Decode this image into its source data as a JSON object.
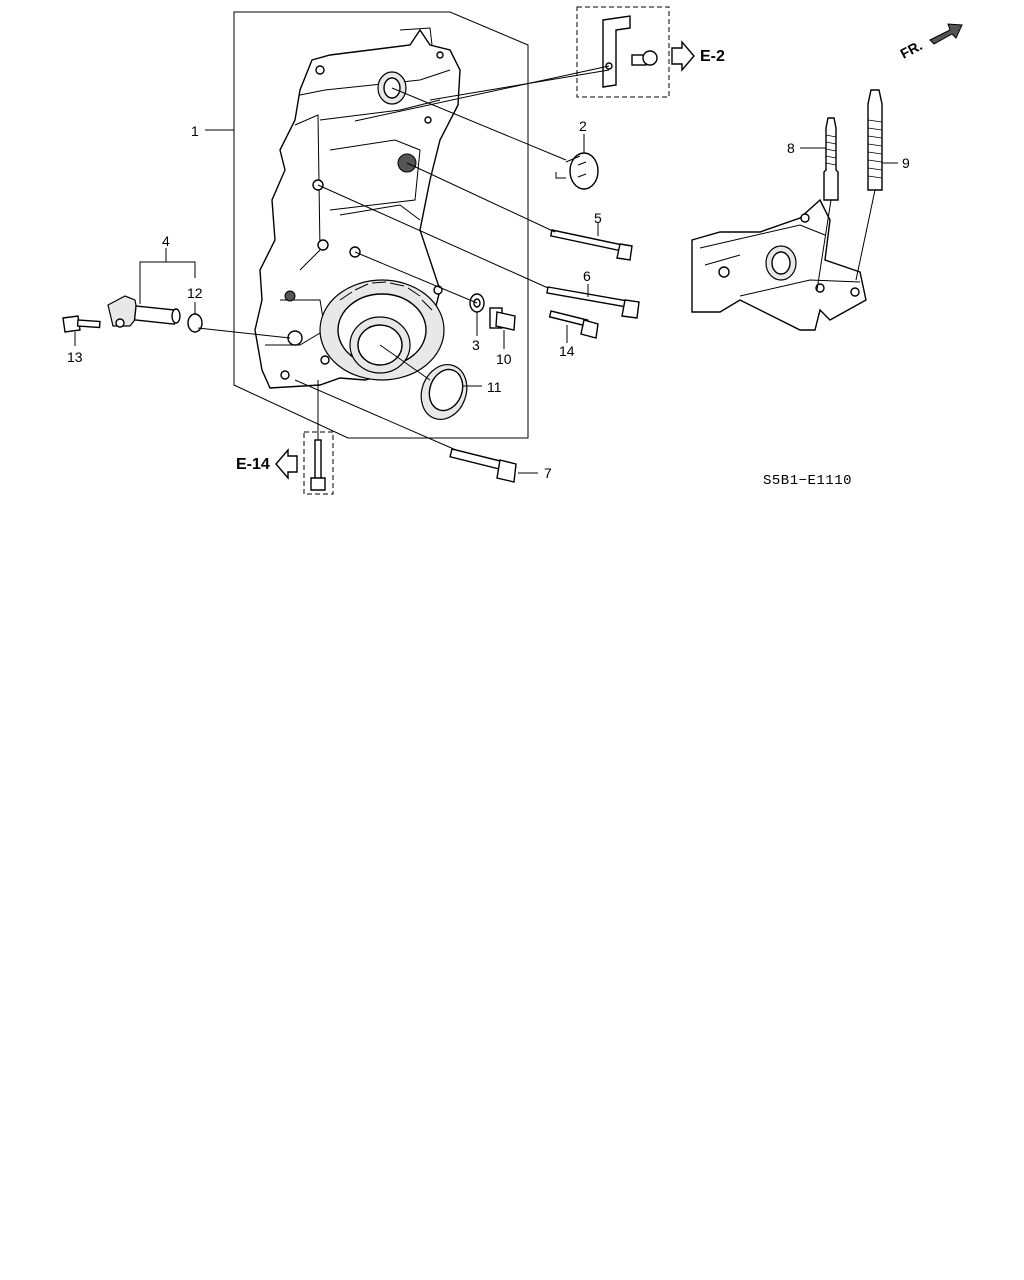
{
  "diagram": {
    "callouts": [
      "1",
      "2",
      "3",
      "4",
      "5",
      "6",
      "7",
      "8",
      "9",
      "10",
      "11",
      "12",
      "13",
      "14"
    ],
    "references": {
      "upper": "E-2",
      "lower": "E-14"
    },
    "direction_mark": "FR.",
    "drawing_code": "S5B1−E1110",
    "icons": [
      "arrow-right-outline-icon",
      "arrow-left-outline-icon",
      "front-direction-arrow-icon"
    ]
  }
}
